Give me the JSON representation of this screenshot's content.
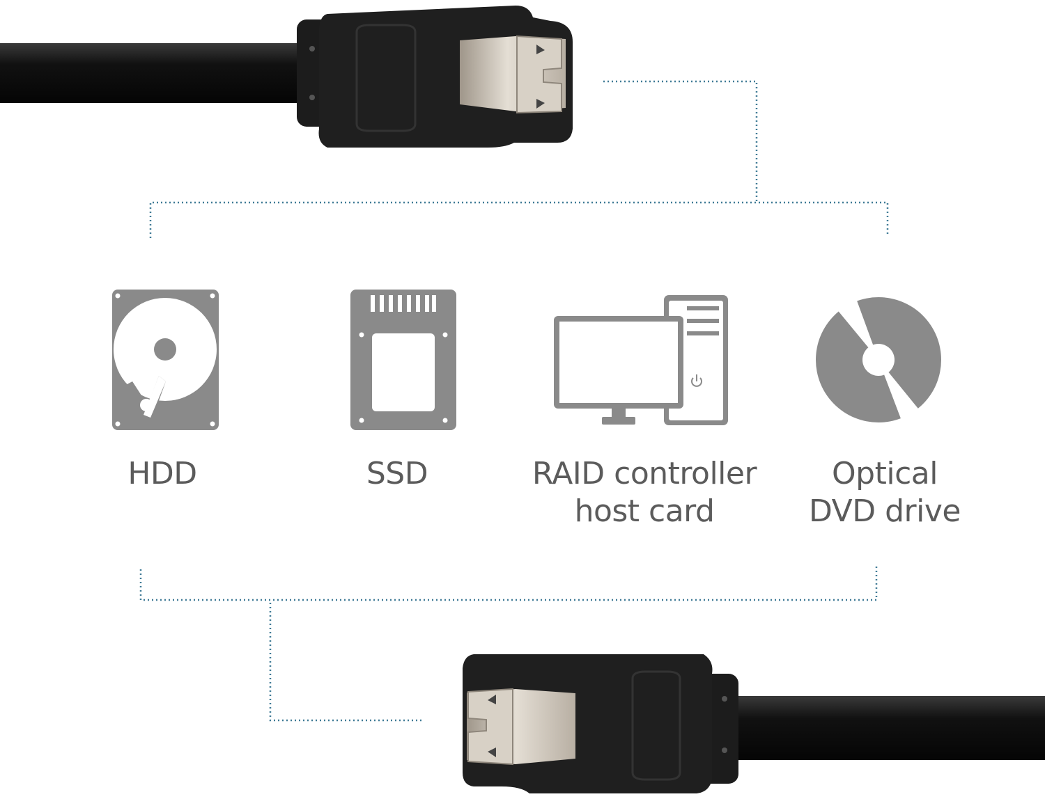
{
  "colors": {
    "background": "#ffffff",
    "icon_gray": "#8a8a8a",
    "label_gray": "#5b5b5b",
    "dotted_line": "#3f7a96",
    "cable_black": "#1a1a1a",
    "latch_metal": "#c9c2b8"
  },
  "devices": [
    {
      "icon": "hdd-icon",
      "lines": [
        "HDD"
      ]
    },
    {
      "icon": "ssd-icon",
      "lines": [
        "SSD"
      ]
    },
    {
      "icon": "computer-icon",
      "lines": [
        "RAID controller",
        "host card"
      ]
    },
    {
      "icon": "optical-disc-icon",
      "lines": [
        "Optical",
        "DVD drive"
      ]
    }
  ]
}
